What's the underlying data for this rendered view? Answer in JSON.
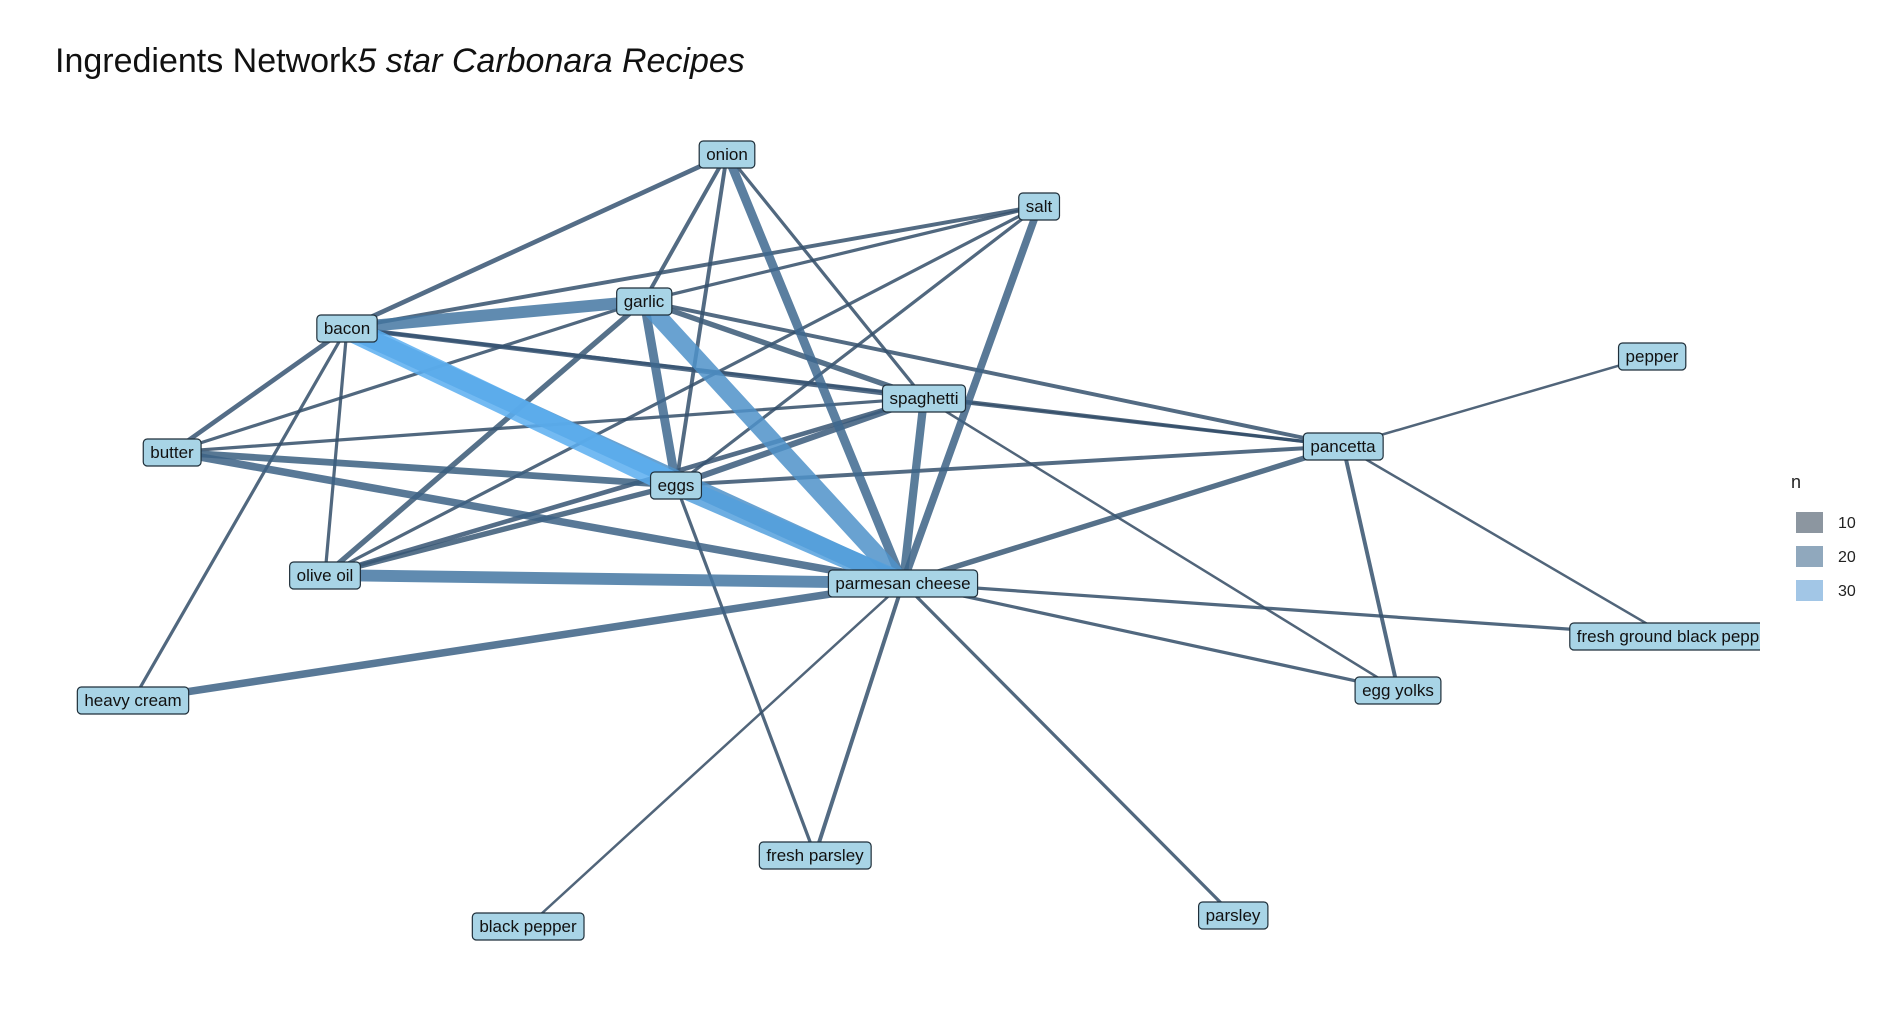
{
  "title": {
    "main": "Ingredients Network",
    "subtitle": "5 star Carbonara Recipes"
  },
  "colors": {
    "node_fill": "#a8d4e6",
    "node_stroke": "#1f2f3a",
    "edge_low": "#324a63",
    "edge_high": "#5aaef0",
    "background": "#ffffff"
  },
  "chart_data": {
    "type": "network",
    "nodes": [
      {
        "id": "onion",
        "label": "onion"
      },
      {
        "id": "salt",
        "label": "salt"
      },
      {
        "id": "garlic",
        "label": "garlic"
      },
      {
        "id": "bacon",
        "label": "bacon"
      },
      {
        "id": "pepper",
        "label": "pepper"
      },
      {
        "id": "spaghetti",
        "label": "spaghetti"
      },
      {
        "id": "butter",
        "label": "butter"
      },
      {
        "id": "pancetta",
        "label": "pancetta"
      },
      {
        "id": "eggs",
        "label": "eggs"
      },
      {
        "id": "olive_oil",
        "label": "olive oil"
      },
      {
        "id": "parmesan_cheese",
        "label": "parmesan cheese"
      },
      {
        "id": "fresh_ground_black_pepper",
        "label": "fresh ground black pepp"
      },
      {
        "id": "heavy_cream",
        "label": "heavy cream"
      },
      {
        "id": "egg_yolks",
        "label": "egg yolks"
      },
      {
        "id": "fresh_parsley",
        "label": "fresh parsley"
      },
      {
        "id": "parsley",
        "label": "parsley"
      },
      {
        "id": "black_pepper",
        "label": "black pepper"
      }
    ],
    "edges": [
      {
        "source": "bacon",
        "target": "eggs",
        "n": 38
      },
      {
        "source": "garlic",
        "target": "parmesan_cheese",
        "n": 30
      },
      {
        "source": "eggs",
        "target": "parmesan_cheese",
        "n": 34
      },
      {
        "source": "bacon",
        "target": "parmesan_cheese",
        "n": 30
      },
      {
        "source": "bacon",
        "target": "garlic",
        "n": 22
      },
      {
        "source": "olive_oil",
        "target": "parmesan_cheese",
        "n": 22
      },
      {
        "source": "onion",
        "target": "parmesan_cheese",
        "n": 18
      },
      {
        "source": "garlic",
        "target": "eggs",
        "n": 18
      },
      {
        "source": "spaghetti",
        "target": "parmesan_cheese",
        "n": 17
      },
      {
        "source": "salt",
        "target": "parmesan_cheese",
        "n": 16
      },
      {
        "source": "heavy_cream",
        "target": "parmesan_cheese",
        "n": 16
      },
      {
        "source": "butter",
        "target": "parmesan_cheese",
        "n": 16
      },
      {
        "source": "butter",
        "target": "eggs",
        "n": 15
      },
      {
        "source": "spaghetti",
        "target": "eggs",
        "n": 14
      },
      {
        "source": "olive_oil",
        "target": "garlic",
        "n": 13
      },
      {
        "source": "garlic",
        "target": "spaghetti",
        "n": 13
      },
      {
        "source": "bacon",
        "target": "spaghetti",
        "n": 12
      },
      {
        "source": "onion",
        "target": "bacon",
        "n": 12
      },
      {
        "source": "onion",
        "target": "garlic",
        "n": 11
      },
      {
        "source": "onion",
        "target": "eggs",
        "n": 11
      },
      {
        "source": "onion",
        "target": "spaghetti",
        "n": 10
      },
      {
        "source": "salt",
        "target": "bacon",
        "n": 11
      },
      {
        "source": "salt",
        "target": "garlic",
        "n": 10
      },
      {
        "source": "salt",
        "target": "eggs",
        "n": 10
      },
      {
        "source": "salt",
        "target": "olive_oil",
        "n": 10
      },
      {
        "source": "butter",
        "target": "bacon",
        "n": 12
      },
      {
        "source": "bacon",
        "target": "olive_oil",
        "n": 10
      },
      {
        "source": "bacon",
        "target": "heavy_cream",
        "n": 10
      },
      {
        "source": "butter",
        "target": "garlic",
        "n": 10
      },
      {
        "source": "butter",
        "target": "spaghetti",
        "n": 10
      },
      {
        "source": "olive_oil",
        "target": "eggs",
        "n": 13
      },
      {
        "source": "olive_oil",
        "target": "spaghetti",
        "n": 12
      },
      {
        "source": "garlic",
        "target": "pancetta",
        "n": 11
      },
      {
        "source": "bacon",
        "target": "pancetta",
        "n": 10
      },
      {
        "source": "spaghetti",
        "target": "pancetta",
        "n": 10
      },
      {
        "source": "eggs",
        "target": "pancetta",
        "n": 11
      },
      {
        "source": "parmesan_cheese",
        "target": "pancetta",
        "n": 13
      },
      {
        "source": "pancetta",
        "target": "pepper",
        "n": 9
      },
      {
        "source": "pancetta",
        "target": "egg_yolks",
        "n": 11
      },
      {
        "source": "pancetta",
        "target": "fresh_ground_black_pepper",
        "n": 9
      },
      {
        "source": "parmesan_cheese",
        "target": "fresh_ground_black_pepper",
        "n": 10
      },
      {
        "source": "parmesan_cheese",
        "target": "egg_yolks",
        "n": 10
      },
      {
        "source": "spaghetti",
        "target": "egg_yolks",
        "n": 9
      },
      {
        "source": "eggs",
        "target": "fresh_parsley",
        "n": 10
      },
      {
        "source": "parmesan_cheese",
        "target": "fresh_parsley",
        "n": 11
      },
      {
        "source": "parmesan_cheese",
        "target": "parsley",
        "n": 10
      },
      {
        "source": "parmesan_cheese",
        "target": "black_pepper",
        "n": 9
      }
    ],
    "legend": {
      "title": "n",
      "items": [
        {
          "label": "10",
          "n": 10,
          "color": "#8c96a0"
        },
        {
          "label": "20",
          "n": 20,
          "color": "#90a8bd"
        },
        {
          "label": "30",
          "n": 30,
          "color": "#a2c6e6"
        }
      ],
      "placement": "right"
    }
  }
}
